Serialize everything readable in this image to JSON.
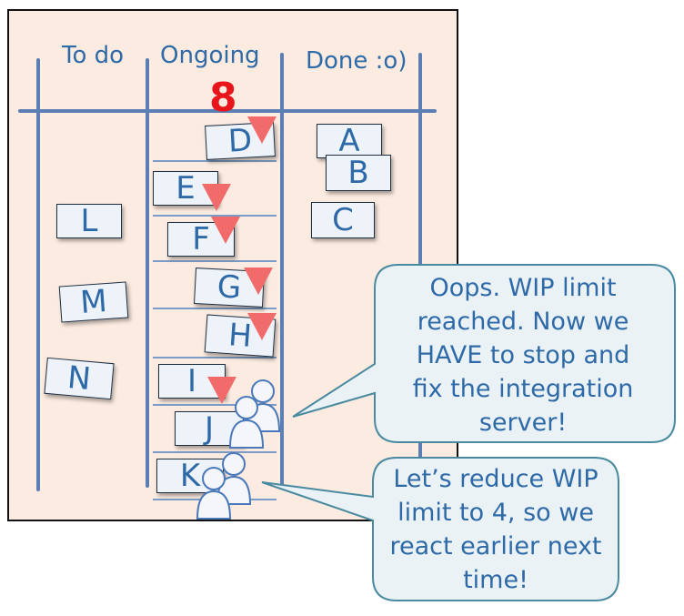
{
  "board": {
    "columns": [
      {
        "label": "To do"
      },
      {
        "label": "Ongoing"
      },
      {
        "label": "Done :o)"
      }
    ],
    "wip_limit": "8"
  },
  "cards": {
    "A": "A",
    "B": "B",
    "C": "C",
    "D": "D",
    "E": "E",
    "F": "F",
    "G": "G",
    "H": "H",
    "I": "I",
    "J": "J",
    "K": "K",
    "L": "L",
    "M": "M",
    "N": "N"
  },
  "callouts": {
    "wip_reached": "Oops. WIP limit reached. Now we HAVE to stop and fix the integration server!",
    "reduce_wip": "Let’s reduce WIP limit to 4, so we react earlier next time!"
  },
  "colors": {
    "board_background": "#fcebe0",
    "line": "#5b7fb3",
    "text": "#2f6aa8",
    "wip_number": "#e8151b",
    "blocked_flag": "#f26b6b",
    "card_fill": "#eef3f9",
    "bubble_fill": "#eaf2f6",
    "bubble_border": "#4a8aa0"
  }
}
